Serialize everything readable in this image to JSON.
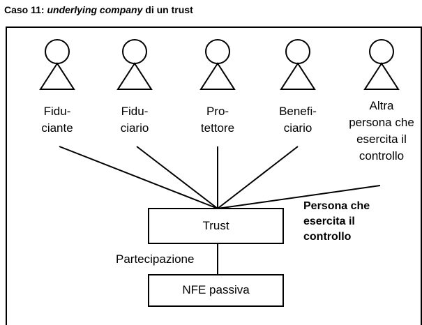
{
  "title": {
    "prefix": "Caso 11: ",
    "emphasis": "underlying company",
    "suffix": " di un trust"
  },
  "persons": [
    {
      "lines": [
        "Fidu-",
        "ciante"
      ]
    },
    {
      "lines": [
        "Fidu-",
        "ciario"
      ]
    },
    {
      "lines": [
        "Pro-",
        "tettore"
      ]
    },
    {
      "lines": [
        "Benefi-",
        "ciario"
      ]
    },
    {
      "lines": [
        "Altra",
        "persona che",
        "esercita il",
        "controllo"
      ]
    }
  ],
  "nodes": {
    "trust": "Trust",
    "nfe": "NFE passiva"
  },
  "edge_label": "Partecipazione",
  "control_person": {
    "lines": [
      "Persona che",
      "esercita il",
      "controllo"
    ]
  }
}
